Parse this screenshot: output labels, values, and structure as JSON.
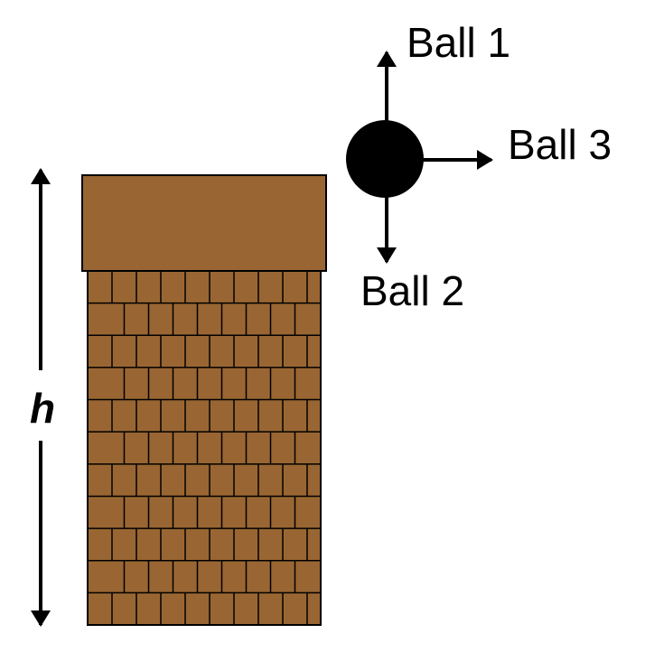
{
  "labels": {
    "ball1": "Ball 1",
    "ball2": "Ball 2",
    "ball3": "Ball 3",
    "height": "h"
  },
  "colors": {
    "chimney_fill": "#996633",
    "chimney_outline": "#000000",
    "ball_fill": "#000000",
    "arrow": "#000000",
    "background": "#ffffff"
  },
  "icons": {
    "ball": "ball-icon",
    "arrow_up": "arrow-up-icon",
    "arrow_down": "arrow-down-icon",
    "arrow_right": "arrow-right-icon",
    "height_arrow": "double-arrow-icon"
  }
}
